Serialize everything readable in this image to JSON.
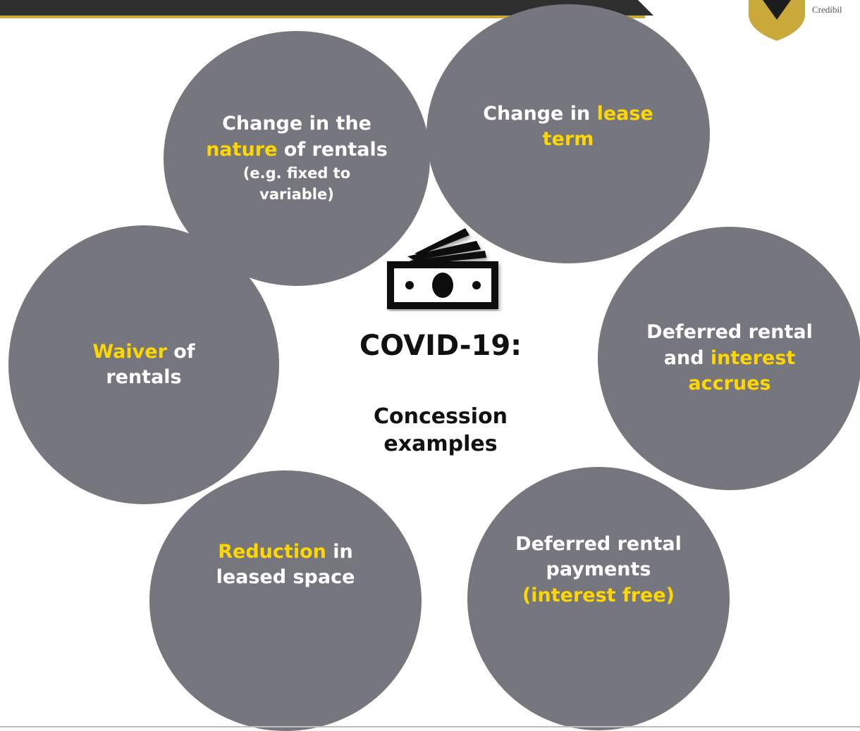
{
  "header": {
    "logo_text": "Credibil"
  },
  "center": {
    "title": "COVID-19:",
    "subtitle_line1": "Concession",
    "subtitle_line2": "examples",
    "icon": "money-bills-icon"
  },
  "circles": {
    "nature": {
      "line1": "Change in the",
      "highlight": "nature",
      "line2_rest": " of rentals",
      "note_line1": "(e.g. fixed to",
      "note_line2": "variable)"
    },
    "lease_term": {
      "prefix": "Change in ",
      "highlight1": "lease",
      "highlight2": "term"
    },
    "waiver": {
      "highlight": "Waiver",
      "rest1": " of",
      "line2": "rentals"
    },
    "deferred_interest": {
      "line1": "Deferred rental",
      "prefix2": "and ",
      "highlight1": "interest",
      "highlight2": "accrues"
    },
    "reduction": {
      "highlight": "Reduction",
      "rest1": " in",
      "line2": "leased space"
    },
    "deferred_free": {
      "line1": "Deferred rental",
      "line2": "payments",
      "highlight": "(interest free)"
    }
  },
  "colors": {
    "circle": "#76767f",
    "highlight": "#ffd700",
    "header_dark": "#2f2f2f",
    "header_gold": "#c9a93a"
  }
}
